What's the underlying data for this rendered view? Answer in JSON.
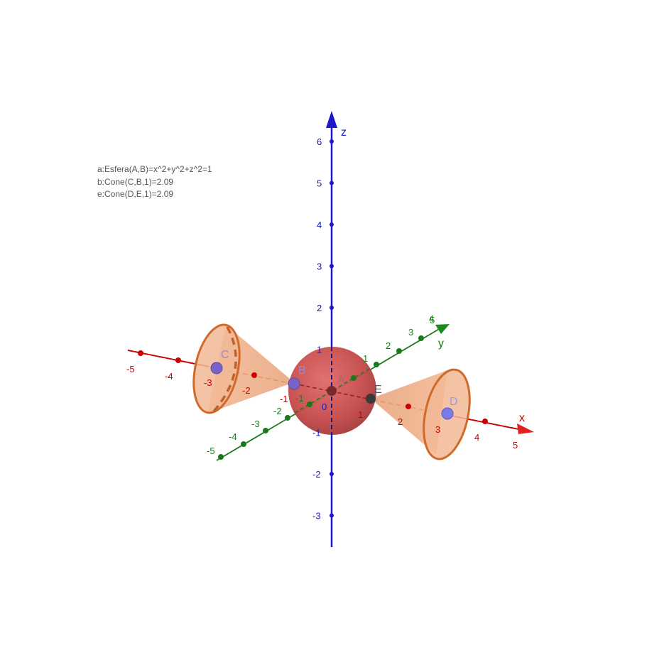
{
  "algebra": [
    "a:Esfera(A,B)=x^2+y^2+z^2=1",
    "b:Cone(C,B,1)=2.09",
    "e:Cone(D,E,1)=2.09"
  ],
  "axes": {
    "x": {
      "name": "x",
      "color": "#cc0000",
      "ticks": [
        "-5",
        "-4",
        "-3",
        "-2",
        "-1",
        "1",
        "2",
        "3",
        "4",
        "5"
      ]
    },
    "y": {
      "name": "y",
      "color": "#1a7a1a",
      "ticks": [
        "-5",
        "-4",
        "-3",
        "-2",
        "-1",
        "1",
        "2",
        "3",
        "4",
        "5"
      ]
    },
    "z": {
      "name": "z",
      "color": "#1a1acc",
      "ticks": [
        "-3",
        "-2",
        "-1",
        "0",
        "1",
        "2",
        "3",
        "4",
        "5",
        "6"
      ]
    }
  },
  "points": {
    "A": "A",
    "B": "B",
    "C": "C",
    "D": "D",
    "E": "E"
  },
  "colors": {
    "sphere": "#cc4a4a",
    "cone_fill": "#f0b08a",
    "cone_edge": "#d06a2a",
    "point": "#7a63c8"
  }
}
